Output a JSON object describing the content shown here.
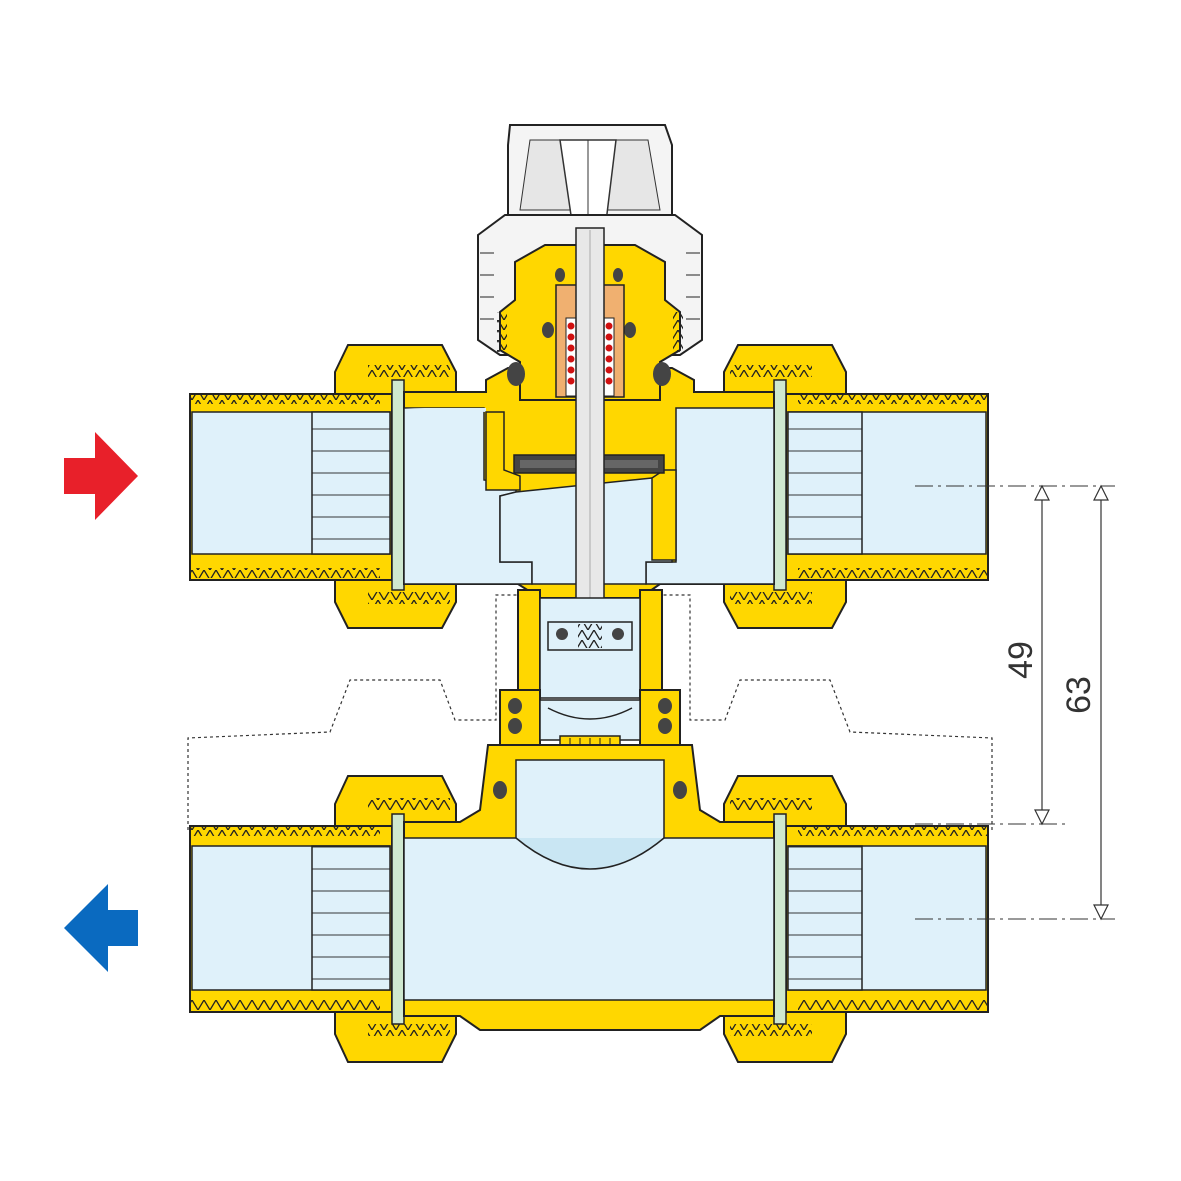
{
  "colors": {
    "brass": "#ffd700",
    "brass_dark": "#e6b800",
    "water": "#dff1fa",
    "water_dark": "#c9e6f3",
    "outline": "#222222",
    "seal": "#444444",
    "gasket": "#cfe8cf",
    "spring": "#d01010",
    "spring_bg": "#f0b070",
    "stem": "#e8e8e8",
    "cap": "#f4f4f4",
    "hot_arrow": "#e8202a",
    "cold_arrow": "#0a6ac0",
    "dimension": "#333333"
  },
  "arrows": {
    "inlet": {
      "icon": "arrow-right-icon",
      "direction": "right",
      "meaning": "hot"
    },
    "outlet": {
      "icon": "arrow-left-icon",
      "direction": "left",
      "meaning": "cold"
    }
  },
  "dimensions": {
    "inner": {
      "value": "49"
    },
    "outer": {
      "value": "63"
    }
  }
}
